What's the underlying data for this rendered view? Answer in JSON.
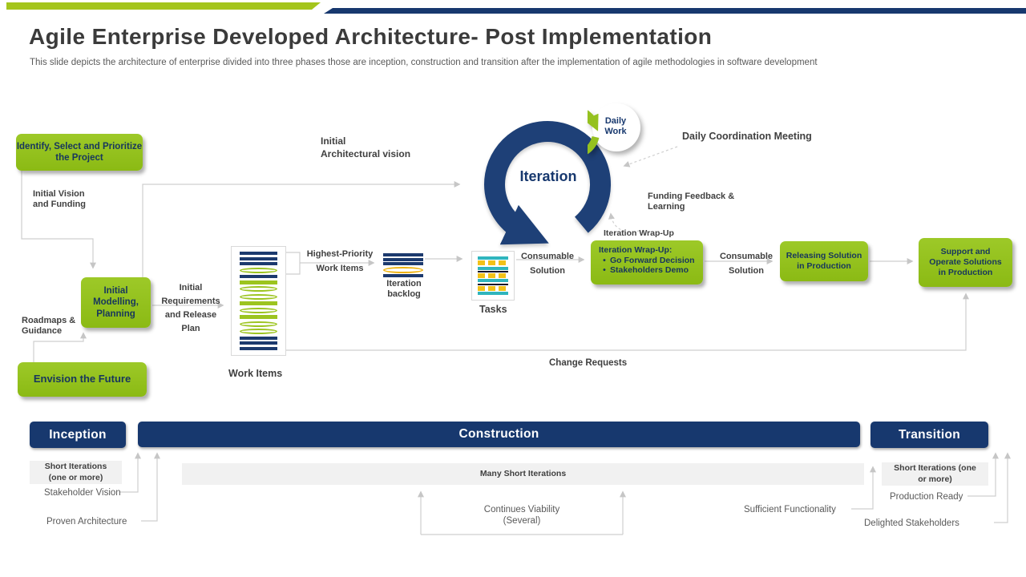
{
  "header": {
    "title": "Agile Enterprise Developed Architecture- Post Implementation",
    "subtitle": "This slide depicts the architecture of enterprise divided into three phases those are inception, construction and transition after the implementation of agile methodologies in software development"
  },
  "colors": {
    "green": "#95c11f",
    "navy": "#17386e",
    "ring_navy": "#1e4077",
    "teal": "#2fb5bd",
    "yellow": "#f2c118",
    "line_gray": "#cfcfcf",
    "label_dark": "#404040",
    "label_gray": "#595959"
  },
  "flow": {
    "identify_box": "Identify, Select and Prioritize the Project",
    "initial_vision": "Initial Vision\nand Funding",
    "modelling_box": "Initial Modelling, Planning",
    "roadmaps": "Roadmaps &\nGuidance",
    "envision_box": "Envision the Future",
    "initial_requirements": "Initial\nRequirements\nand Release\nPlan",
    "work_items_label": "Work Items",
    "highest_priority": "Highest-Priority\nWork Items",
    "iteration_backlog_label": "Iteration\nbacklog",
    "tasks_label": "Tasks",
    "consumable_1": "Consumable\nSolution",
    "initial_arch_vision": "Initial\nArchitectural vision",
    "iteration_label": "Iteration",
    "daily_work": "Daily\nWork",
    "daily_coordination": "Daily Coordination Meeting",
    "funding_feedback": "Funding Feedback &\nLearning",
    "iteration_wrapup_label": "Iteration Wrap-Up",
    "wrapup_box": {
      "title": "Iteration Wrap-Up:",
      "items": [
        "Go Forward Decision",
        "Stakeholders Demo"
      ]
    },
    "consumable_2": "Consumable\nSolution",
    "releasing_box": "Releasing Solution in Production",
    "support_box": "Support and Operate Solutions in Production",
    "change_requests": "Change Requests"
  },
  "icons": {
    "work_items_rows": [
      "navy",
      "navy",
      "navy",
      "oval",
      "navy",
      "green",
      "oval",
      "oval",
      "green",
      "oval",
      "green",
      "oval",
      "oval",
      "navy",
      "navy",
      "navy"
    ],
    "backlog_rows": [
      "navy",
      "navy",
      "navy",
      "ovaly",
      "navy"
    ],
    "tasks_rows": [
      "teal",
      "squares",
      "teal",
      "line",
      "squares",
      "teal",
      "line",
      "squares",
      "teal"
    ]
  },
  "phases": {
    "inception": "Inception",
    "construction": "Construction",
    "transition": "Transition",
    "inception_iterations": "Short Iterations\n(one or more)",
    "construction_iterations": "Many Short Iterations",
    "transition_iterations": "Short Iterations (one\nor more)",
    "milestones": {
      "stakeholder_vision": "Stakeholder Vision",
      "proven_architecture": "Proven  Architecture",
      "continues_viability": "Continues Viability\n(Several)",
      "sufficient_functionality": "Sufficient  Functionality",
      "production_ready": "Production  Ready",
      "delighted_stakeholders": "Delighted  Stakeholders"
    }
  }
}
